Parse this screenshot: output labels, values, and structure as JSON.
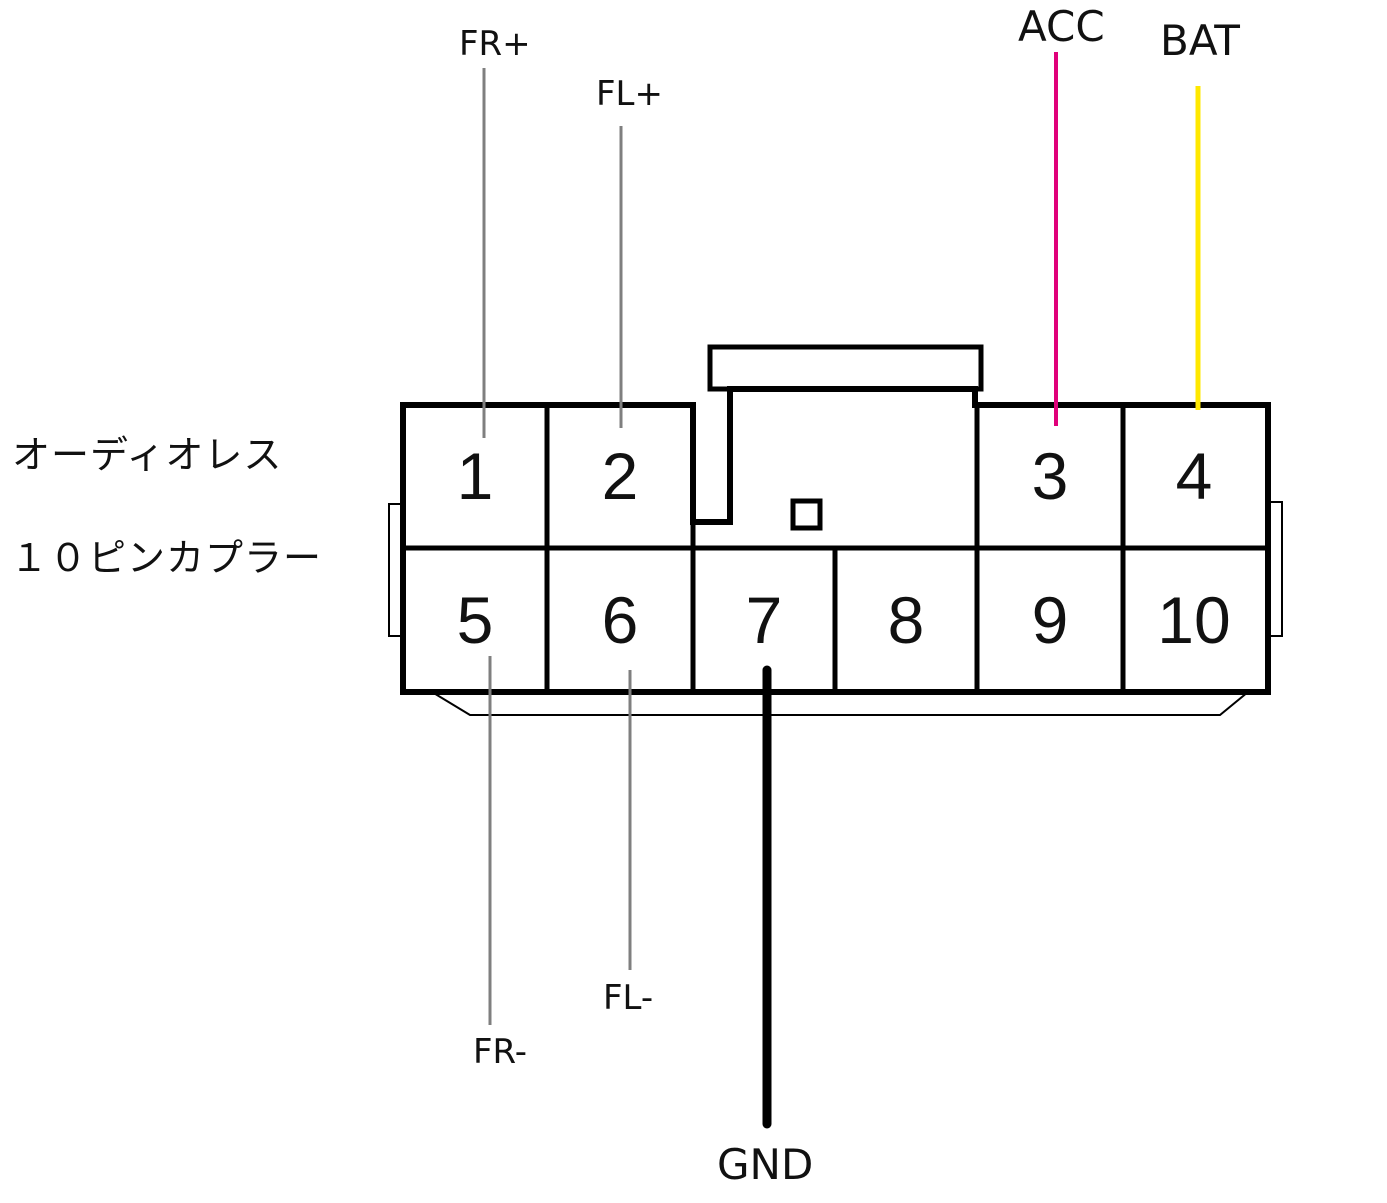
{
  "title_lines": [
    "オーディオレス",
    "１０ピンカプラー"
  ],
  "pins": [
    "1",
    "2",
    "3",
    "4",
    "5",
    "6",
    "7",
    "8",
    "9",
    "10"
  ],
  "wires": {
    "fr_plus": {
      "label": "FR+",
      "color": "#7f7f7f"
    },
    "fl_plus": {
      "label": "FL+",
      "color": "#7f7f7f"
    },
    "acc": {
      "label": "ACC",
      "color": "#e0007a"
    },
    "bat": {
      "label": "BAT",
      "color": "#ffe800"
    },
    "fr_minus": {
      "label": "FR-",
      "color": "#7f7f7f"
    },
    "fl_minus": {
      "label": "FL-",
      "color": "#7f7f7f"
    },
    "gnd": {
      "label": "GND",
      "color": "#000000"
    }
  }
}
